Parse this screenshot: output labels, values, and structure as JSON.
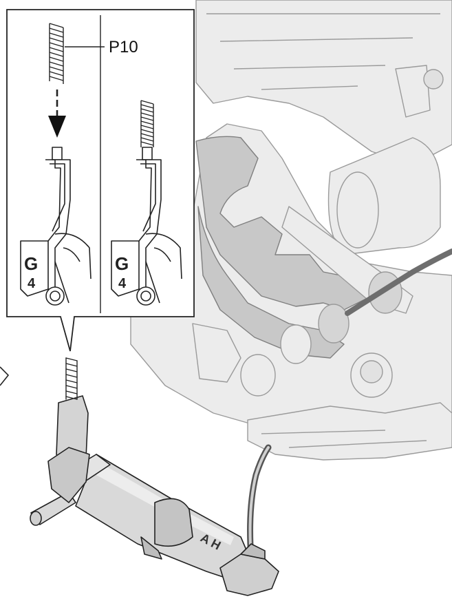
{
  "callout": {
    "label": "P10"
  },
  "tags": {
    "left_letter": "G",
    "left_number": "4",
    "right_letter": "G",
    "right_number": "4"
  },
  "colors": {
    "line": "#222222",
    "ghost_line": "#9a9a9a",
    "ghost_fill": "#ececec",
    "ghost_dark": "#c8c8c8",
    "part_fill": "#d9d9d9",
    "part_dark": "#b5b5b5"
  }
}
